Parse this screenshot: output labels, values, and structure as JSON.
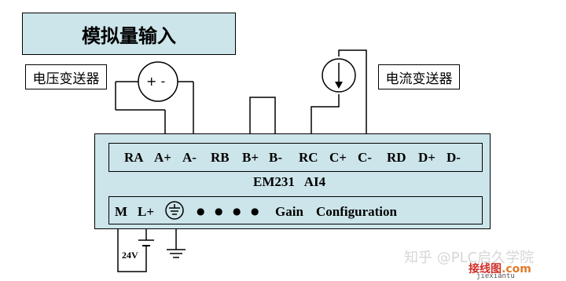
{
  "title": "模拟量输入",
  "voltage_transmitter": "电压变送器",
  "current_transmitter": "电流变送器",
  "voltage_source_symbol": "+ -",
  "input_terminals": [
    "RA",
    "A+",
    "A-",
    "RB",
    "B+",
    "B-",
    "RC",
    "C+",
    "C-",
    "RD",
    "D+",
    "D-"
  ],
  "module_name": "EM231   AI4",
  "power_terminals": [
    "M",
    "L+"
  ],
  "dots": "●   ●   ●   ●",
  "gain_label": "Gain",
  "configuration_label": "Configuration",
  "supply_voltage": "24V",
  "watermark": "知乎 @PLC启久学院",
  "logo_text": "接线图",
  "logo_suffix": ".com",
  "logo_url": "jiexiantu"
}
